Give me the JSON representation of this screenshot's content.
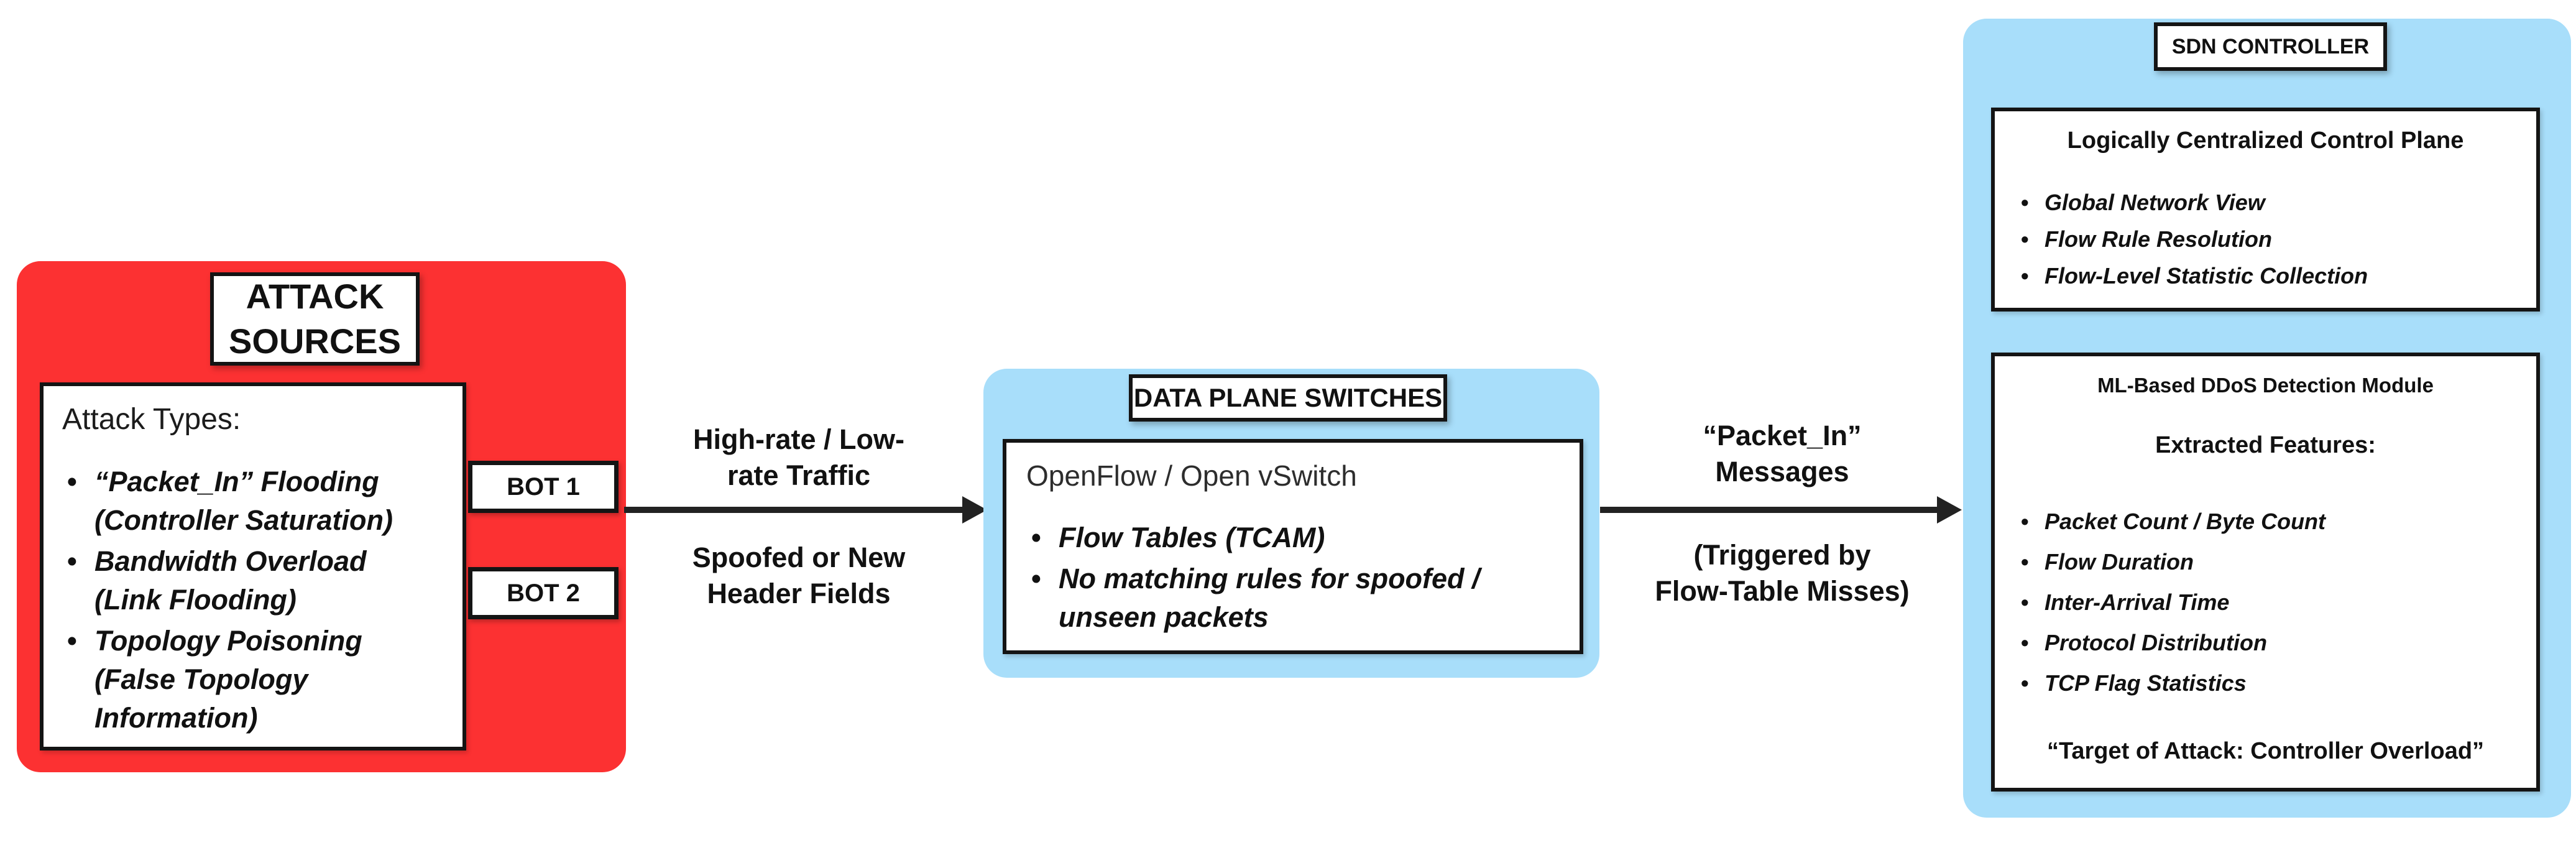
{
  "colors": {
    "attack_red": "#FC3132",
    "sdn_blue": "#A8DEFA",
    "box_border": "#141414",
    "arrow": "#222222"
  },
  "glyphs": {
    "bullet": "•"
  },
  "attack_sources": {
    "title_lines": [
      "ATTACK",
      "SOURCES"
    ],
    "panel": {
      "heading": "Attack Types:",
      "bullets": [
        {
          "lines": [
            "“Packet_In” Flooding",
            "(Controller Saturation)"
          ]
        },
        {
          "lines": [
            "Bandwidth Overload",
            "(Link Flooding)"
          ]
        },
        {
          "lines": [
            "Topology Poisoning",
            "(False Topology",
            "Information)"
          ]
        }
      ]
    },
    "bots": [
      "BOT 1",
      "BOT 2"
    ]
  },
  "flow1": {
    "top_lines": [
      "High-rate / Low-",
      "rate Traffic"
    ],
    "bottom_lines": [
      "Spoofed or New",
      "Header Fields"
    ]
  },
  "data_plane": {
    "title": "DATA PLANE SWITCHES",
    "panel": {
      "heading": "OpenFlow / Open vSwitch",
      "bullets": [
        {
          "lines": [
            "Flow Tables (TCAM)"
          ]
        },
        {
          "lines": [
            "No matching rules for spoofed /",
            "unseen packets"
          ]
        }
      ]
    }
  },
  "flow2": {
    "top_lines": [
      "“Packet_In”",
      "Messages"
    ],
    "bottom_lines": [
      "(Triggered by",
      "Flow-Table Misses)"
    ]
  },
  "sdn_controller": {
    "title": "SDN CONTROLLER",
    "control_plane": {
      "heading": "Logically Centralized Control Plane",
      "bullets": [
        "Global Network View",
        "Flow Rule Resolution",
        "Flow-Level Statistic Collection"
      ]
    },
    "ml_module": {
      "heading": "ML-Based DDoS Detection Module",
      "subheading": "Extracted Features:",
      "bullets": [
        "Packet Count / Byte Count",
        "Flow Duration",
        "Inter-Arrival Time",
        "Protocol Distribution",
        "TCP Flag Statistics"
      ],
      "footer": "“Target of Attack: Controller Overload”"
    }
  }
}
